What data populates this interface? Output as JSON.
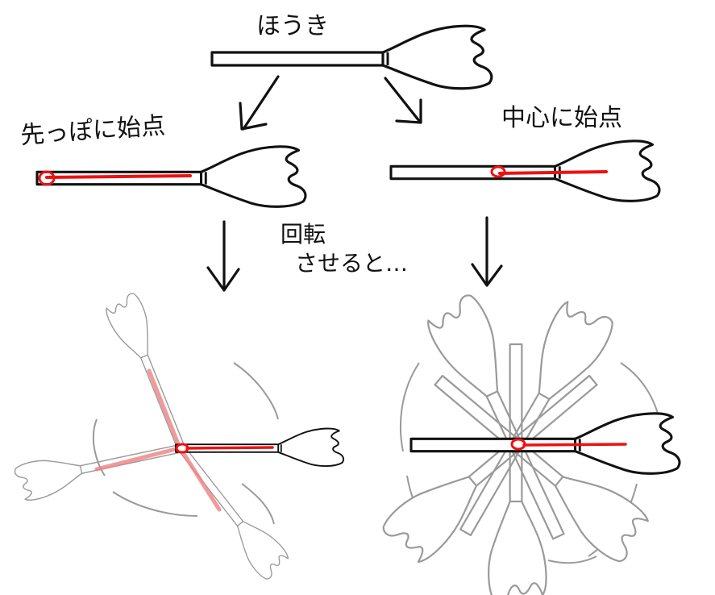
{
  "labels": {
    "title": "ほうき",
    "left_caption": "先っぽに始点",
    "right_caption": "中心に始点",
    "middle_line1": "回転",
    "middle_line2": "させると…"
  },
  "colors": {
    "ink": "#111111",
    "ghost": "#9a9a9a",
    "accent": "#ee1111",
    "accent_soft": "#f08080",
    "background": "#ffffff"
  }
}
